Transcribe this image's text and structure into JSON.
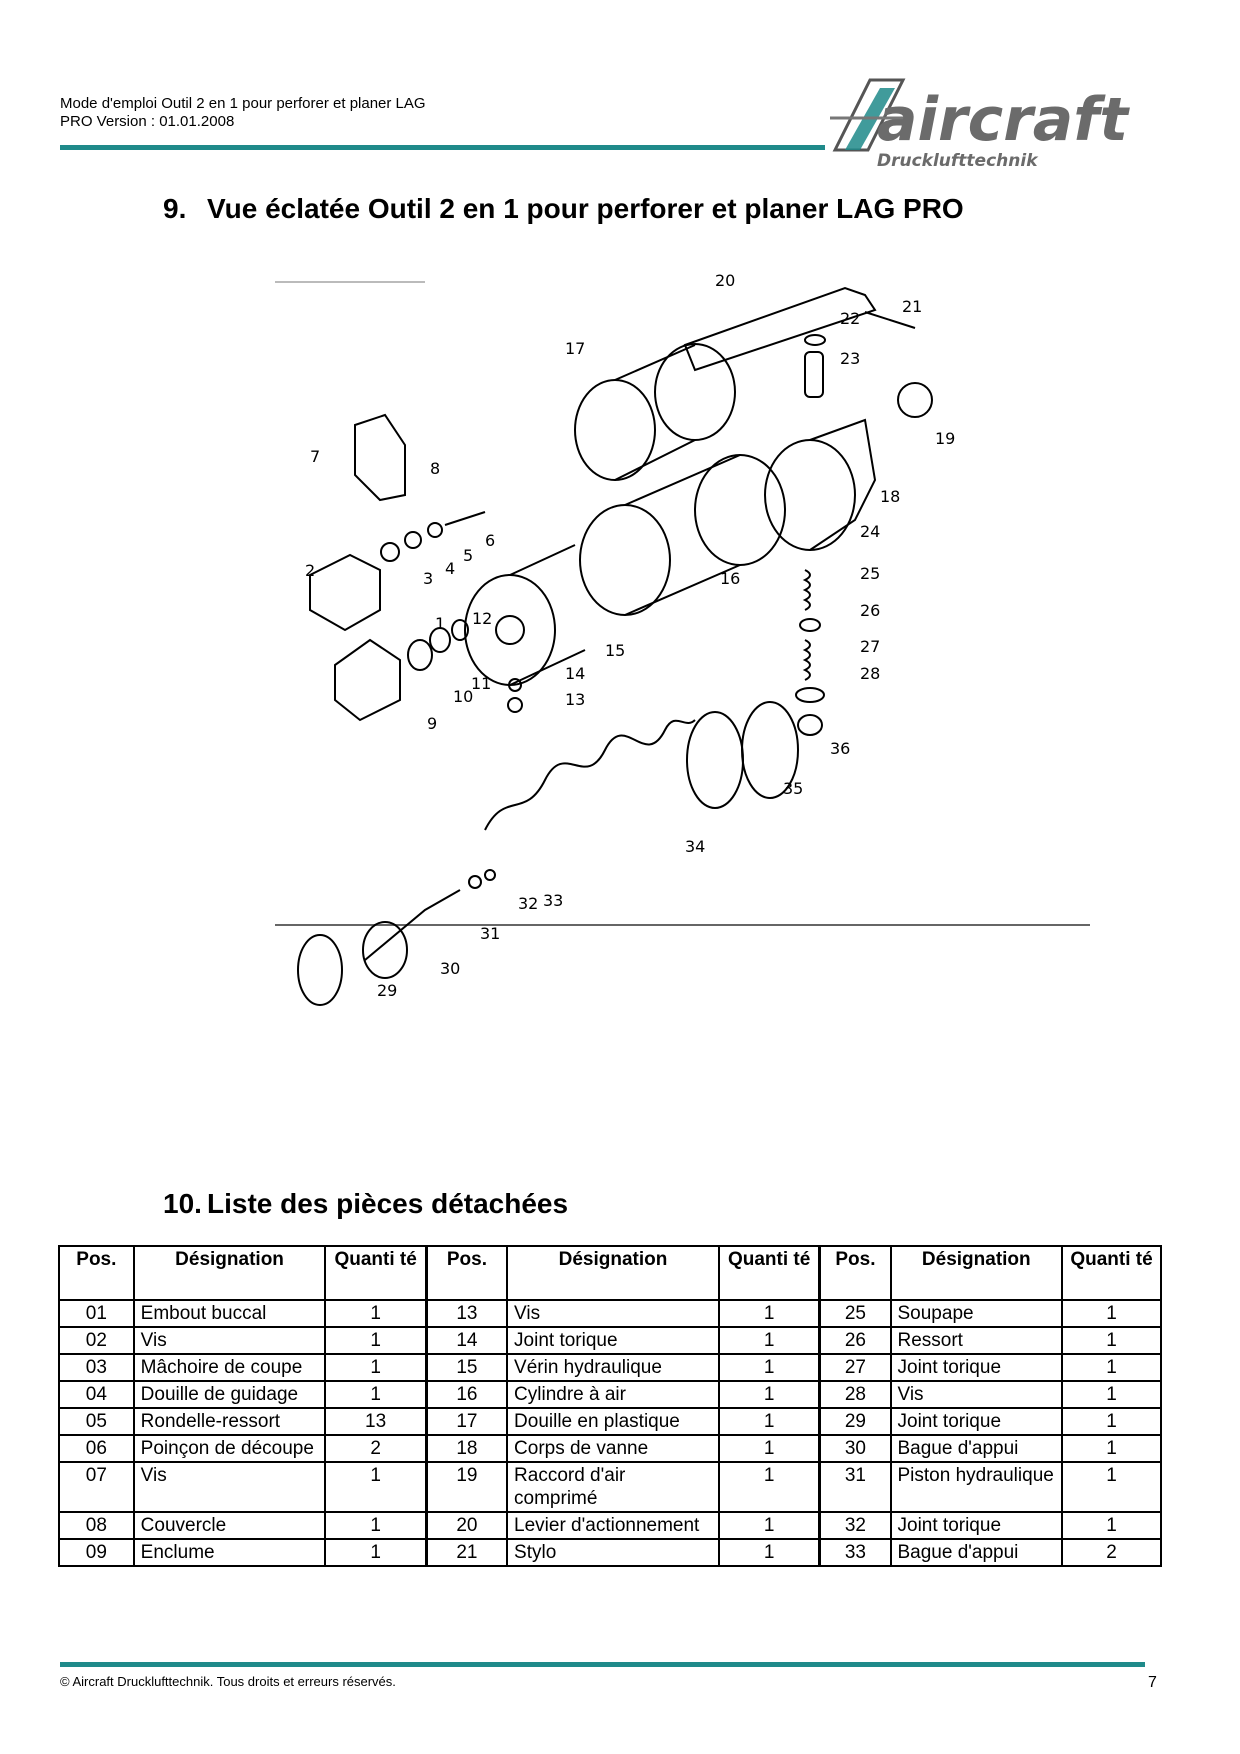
{
  "header": {
    "line1": "Mode d'emploi Outil 2 en 1 pour perforer et planer LAG",
    "line2": "PRO Version : 01.01.2008",
    "logo_word": "aircraft",
    "logo_sub": "Drucklufttechnik",
    "accent": "#1f8a8a"
  },
  "section9": {
    "num": "9.",
    "title": "Vue éclatée Outil 2 en 1 pour perforer et planer LAG PRO"
  },
  "diagram": {
    "labels": [
      "1",
      "2",
      "3",
      "4",
      "5",
      "6",
      "7",
      "8",
      "9",
      "10",
      "11",
      "12",
      "13",
      "14",
      "15",
      "16",
      "17",
      "18",
      "19",
      "20",
      "21",
      "22",
      "23",
      "24",
      "25",
      "26",
      "27",
      "28",
      "29",
      "30",
      "31",
      "32",
      "33",
      "34",
      "35",
      "36"
    ]
  },
  "section10": {
    "num": "10.",
    "title": "Liste des pièces détachées"
  },
  "table": {
    "headers": [
      "Pos.",
      "Désignation",
      "Quanti té"
    ],
    "rows": [
      [
        "01",
        "Embout buccal",
        "1",
        "13",
        "Vis",
        "1",
        "25",
        "Soupape",
        "1"
      ],
      [
        "02",
        "Vis",
        "1",
        "14",
        "Joint torique",
        "1",
        "26",
        "Ressort",
        "1"
      ],
      [
        "03",
        "Mâchoire de coupe",
        "1",
        "15",
        "Vérin hydraulique",
        "1",
        "27",
        "Joint torique",
        "1"
      ],
      [
        "04",
        "Douille de guidage",
        "1",
        "16",
        "Cylindre à air",
        "1",
        "28",
        "Vis",
        "1"
      ],
      [
        "05",
        "Rondelle-ressort",
        "13",
        "17",
        "Douille en plastique",
        "1",
        "29",
        "Joint torique",
        "1"
      ],
      [
        "06",
        "Poinçon de découpe",
        "2",
        "18",
        "Corps de vanne",
        "1",
        "30",
        "Bague d'appui",
        "1"
      ],
      [
        "07",
        "Vis",
        "1",
        "19",
        "Raccord d'air comprimé",
        "1",
        "31",
        "Piston hydraulique",
        "1"
      ],
      [
        "08",
        "Couvercle",
        "1",
        "20",
        "Levier d'actionnement",
        "1",
        "32",
        "Joint torique",
        "1"
      ],
      [
        "09",
        "Enclume",
        "1",
        "21",
        "Stylo",
        "1",
        "33",
        "Bague d'appui",
        "2"
      ]
    ]
  },
  "footer": {
    "copyright": "© Aircraft Drucklufttechnik. Tous droits et erreurs réservés.",
    "page": "7"
  }
}
